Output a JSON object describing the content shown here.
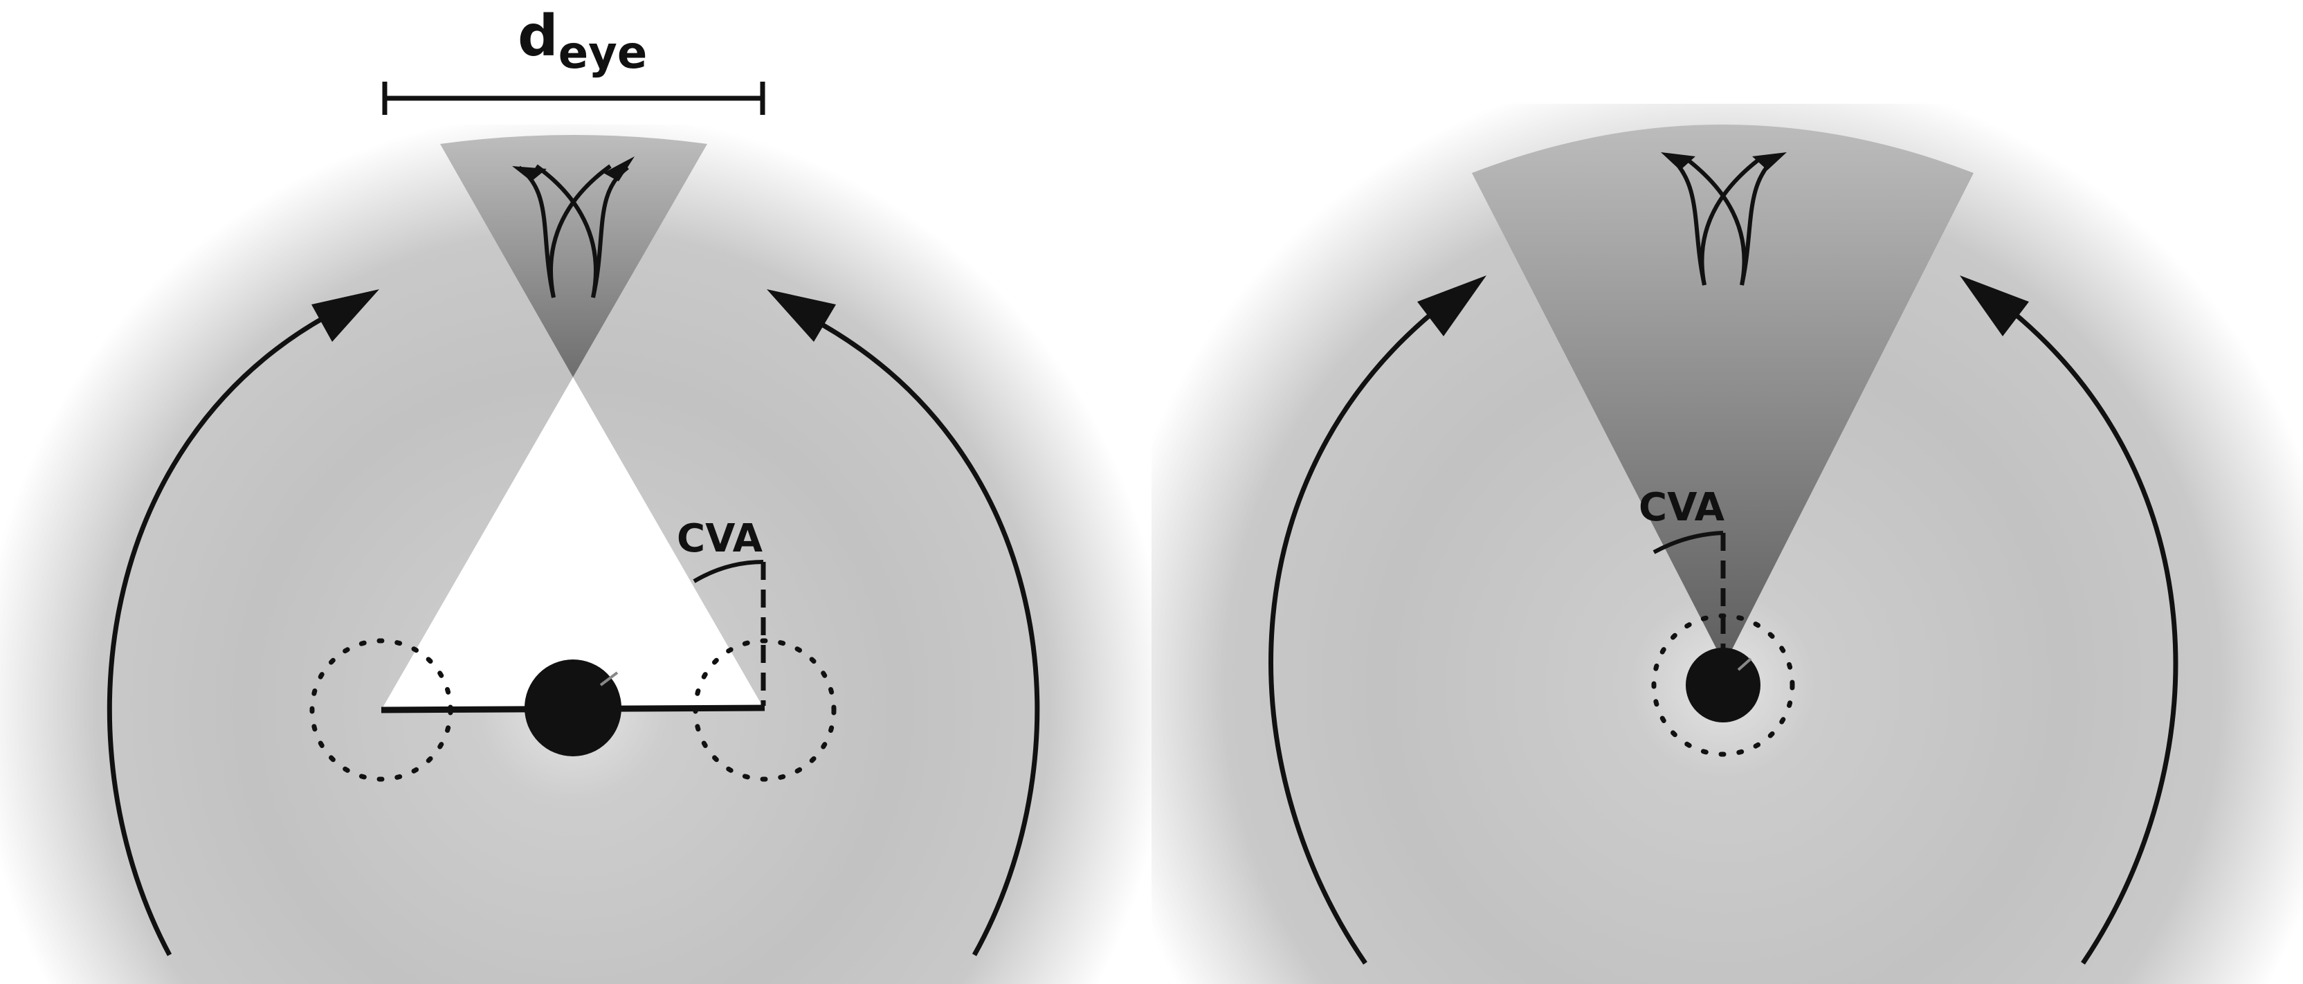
{
  "labels": {
    "d_main": "d",
    "d_sub": "eye",
    "cva_left": "CVA",
    "cva_right": "CVA"
  },
  "colors": {
    "halo": "#bfbfbf",
    "cone_dark": "#6f6f6f",
    "line": "#111111",
    "background": "#ffffff"
  }
}
